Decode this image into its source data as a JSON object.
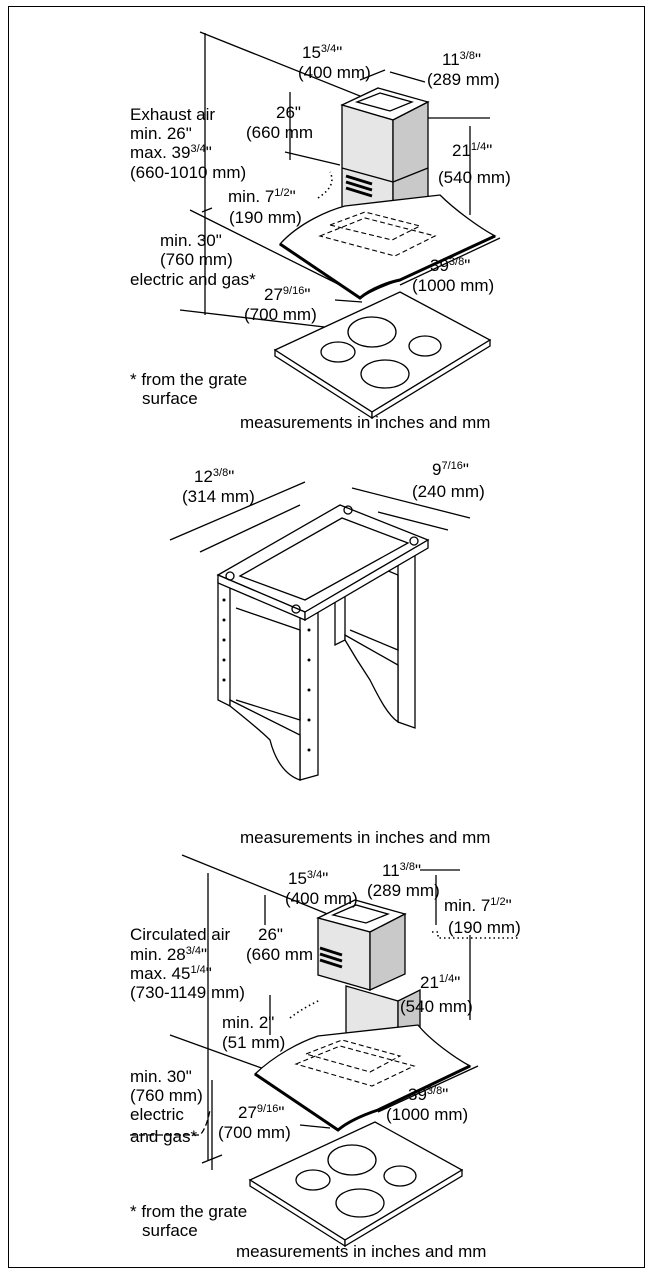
{
  "exhaust": {
    "w1_top": "15",
    "w1_frac": "3/4",
    "w1_tail": "\"",
    "w1_mm": "(400 mm)",
    "w2_top": "11",
    "w2_frac": "3/8",
    "w2_tail": "\"",
    "w2_mm": "(289 mm)",
    "chimney_in": "26\"",
    "chimney_mm": "(660 mm",
    "air_title": "Exhaust air",
    "air_min": "min. 26\"",
    "air_max_a": "max. 39",
    "air_max_frac": "3/4",
    "air_max_b": "\"",
    "air_range": "(660-1010 mm)",
    "h_top": "21",
    "h_frac": "1/4",
    "h_tail": "\"",
    "h_mm": "(540 mm)",
    "gap_a": "min. 7",
    "gap_frac": "1/2",
    "gap_b": "\"",
    "gap_mm": "(190 mm)",
    "cook_min": "min. 30\"",
    "cook_mm": "(760 mm)",
    "cook_type": "electric and gas*",
    "depth_top": "27",
    "depth_frac": "9/16",
    "depth_tail": "\"",
    "depth_mm": "(700 mm)",
    "width_top": "39",
    "width_frac": "3/8",
    "width_tail": "\"",
    "width_mm": "(1000 mm)",
    "note1": "* from the grate",
    "note2": "surface",
    "footer": "measurements in inches and mm"
  },
  "bracket": {
    "a_top": "12",
    "a_frac": "3/8",
    "a_tail": "\"",
    "a_mm": "(314 mm)",
    "b_top": "9",
    "b_frac": "7/16",
    "b_tail": "\"",
    "b_mm": "(240 mm)",
    "footer": "measurements in inches and mm"
  },
  "circulated": {
    "w1_top": "15",
    "w1_frac": "3/4",
    "w1_tail": "\"",
    "w1_mm": "(400 mm)",
    "w2_top": "11",
    "w2_frac": "3/8",
    "w2_tail": "\"",
    "w2_mm": "(289 mm)",
    "gap_a": "min. 7",
    "gap_frac": "1/2",
    "gap_b": "\"",
    "gap_mm": "(190 mm)",
    "air_title": "Circulated air",
    "air_min_a": "min. 28",
    "air_min_frac": "3/4",
    "air_min_b": "\"",
    "air_max_a": "max. 45",
    "air_max_frac": "1/4",
    "air_max_b": "\"",
    "air_range": "(730-1149 mm)",
    "chimney_in": "26\"",
    "chimney_mm": "(660 mm",
    "h_top": "21",
    "h_frac": "1/4",
    "h_tail": "\"",
    "h_mm": "(540 mm)",
    "low_gap": "min. 2\"",
    "low_gap_mm": "(51 mm)",
    "cook_min": "min. 30\"",
    "cook_mm": "(760 mm)",
    "cook_type1": "electric",
    "cook_type2": "and gas*",
    "depth_top": "27",
    "depth_frac": "9/16",
    "depth_tail": "\"",
    "depth_mm": "(700 mm)",
    "width_top": "39",
    "width_frac": "3/8",
    "width_tail": "\"",
    "width_mm": "(1000 mm)",
    "note1": "* from the grate",
    "note2": "surface",
    "footer": "measurements in inches and mm"
  }
}
